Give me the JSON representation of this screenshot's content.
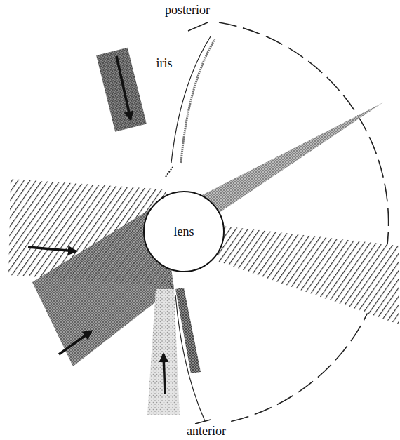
{
  "diagram": {
    "nodes": [
      {
        "text": [
          "lens"
        ]
      }
    ],
    "labels": [
      "posterior",
      "iris",
      "anterior"
    ]
  }
}
